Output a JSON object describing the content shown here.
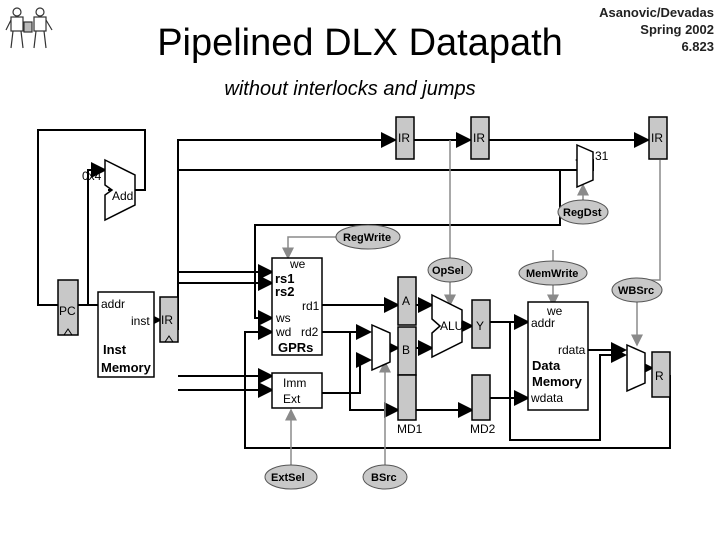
{
  "header": {
    "title": "Pipelined DLX Datapath",
    "subtitle": "without interlocks and jumps",
    "credit_line1": "Asanovic/Devadas",
    "credit_line2": "Spring 2002",
    "credit_line3": "6.823"
  },
  "icons": {
    "logo": "figures-logo-icon"
  },
  "colors": {
    "register_fill": "#c8c8c8",
    "control_fill": "#c8c8c8",
    "wire": "#000000",
    "control_wire": "#8a8a8a"
  },
  "pc": {
    "label": "PC"
  },
  "adder": {
    "increment": "0x4",
    "label": "Add"
  },
  "inst_memory": {
    "addr": "addr",
    "inst": "inst",
    "name_line1": "Inst",
    "name_line2": "Memory"
  },
  "pipeline_regs": {
    "ir": "IR",
    "a": "A",
    "b": "B",
    "y": "Y",
    "md1": "MD1",
    "md2": "MD2",
    "r": "R"
  },
  "gprs": {
    "we": "we",
    "rs1": "rs1",
    "rs2": "rs2",
    "rd1": "rd1",
    "ws": "ws",
    "wd": "wd",
    "rd2": "rd2",
    "name": "GPRs"
  },
  "imm_ext": {
    "line1": "Imm",
    "line2": "Ext"
  },
  "alu": {
    "label": "ALU"
  },
  "data_memory": {
    "we": "we",
    "addr": "addr",
    "rdata": "rdata",
    "name_line1": "Data",
    "name_line2": "Memory",
    "wdata": "wdata"
  },
  "mux": {
    "const_31": "31"
  },
  "controls": {
    "reg_write": "RegWrite",
    "op_sel": "OpSel",
    "mem_write": "MemWrite",
    "wb_src": "WBSrc",
    "reg_dst": "RegDst",
    "ext_sel": "ExtSel",
    "b_src": "BSrc"
  }
}
